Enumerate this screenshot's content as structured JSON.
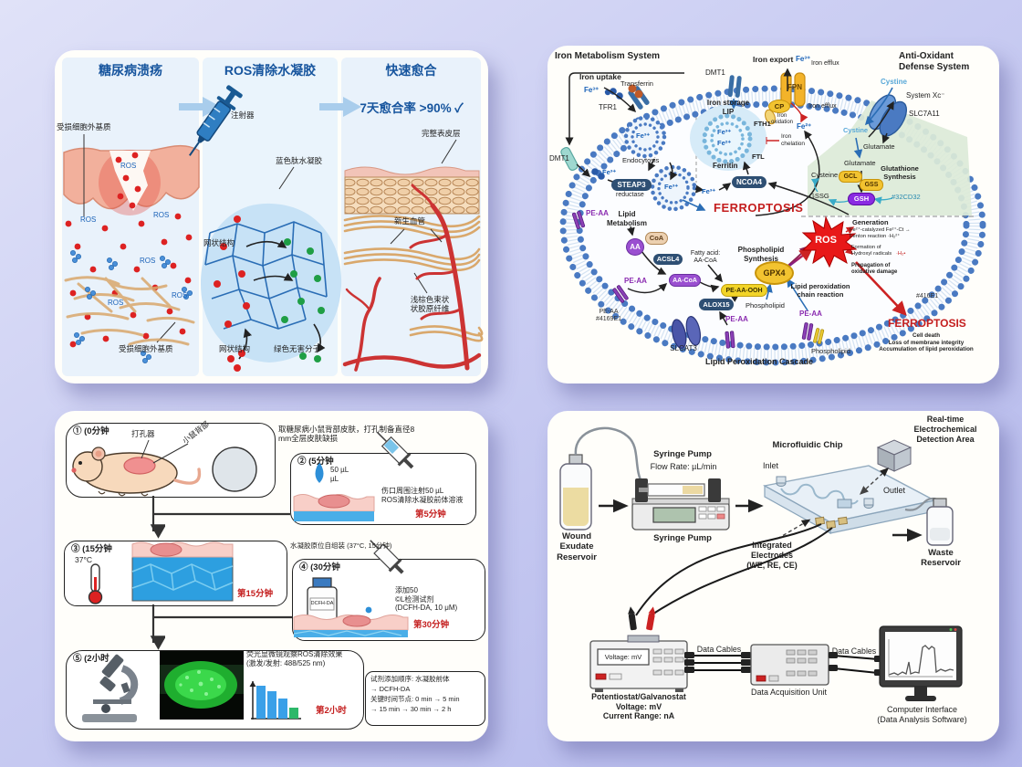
{
  "panel_a": {
    "headers": {
      "col1": "糖尿病溃疡",
      "col2": "ROS清除水凝胶",
      "col3": "快速愈合"
    },
    "col1": {
      "damaged_ecm_top": "受损细胞外基质",
      "ros": "ROS",
      "damaged_ecm_bottom": "受损细胞外基质"
    },
    "col2": {
      "syringe": "注射器",
      "hydrogel": "蓝色肽水凝胶",
      "network": "网状结构",
      "green_molecules": "绿色无害分子"
    },
    "col3": {
      "healing_rate": "7天愈合率 >90% ✓",
      "epidermis": "完整表皮层",
      "vessels": "新生血管",
      "collagen": "浅棕色束状\n状胶原纤维"
    }
  },
  "panel_b": {
    "title_left": "Iron Metabolism System",
    "title_right": "Anti-Oxidant\nDefense System",
    "iron_uptake": "Iron uptake",
    "transferrin": "Transferrin",
    "tfr1": "TFR1",
    "dmt1": "DMT1",
    "fe3": "Fe³⁺",
    "fe2": "Fe²⁺",
    "iron_export": "Iron export",
    "iron_efflux": "Iron efflux",
    "fpn": "FPN",
    "cp": "CP",
    "iron_oxidation": "Iron\noxidation",
    "cystine": "Cystine",
    "system_xc": "System Xc⁻",
    "slc7a11": "SLC7A11",
    "glutamate": "Glutamate",
    "iron_storage": "Iron storage\nLIP",
    "fth1": "FTH1",
    "ftl": "FTL",
    "ferritin": "Ferritin",
    "iron_chelation": "Iron\nchelation",
    "endocytosis": "Endocytosis",
    "steap3": "STEAP3",
    "reductase": "reductase",
    "ncoa4": "NCOA4",
    "ferroptosis": "FERROPTOSIS",
    "glutathione_synthesis": "Glutathione\nSynthesis",
    "cysteine": "Cysteine",
    "gcl": "GCL",
    "gss": "GSS",
    "gssg": "GSSG",
    "gsh": "GSH",
    "green_hex": "#32CD32",
    "pe_aa": "PE-AA",
    "pe_aa_hex": "PE-AA\n#4169E1",
    "lipid_metabolism": "Lipid\nMetabolism",
    "aa": "AA",
    "coa": "CoA",
    "acsl4": "ACSL4",
    "aa_coa": "AA-CoA",
    "fatty_acid": "Fatty acid:\nAA-CoA",
    "pe_aa_ooh": "PE-AA-OOH",
    "alox15": "ALOX15",
    "phospholipid_synthesis": "Phospholipid\nSynthesis",
    "gpx4": "GPX4",
    "phospholipid": "Phospholipid",
    "lipid_peroxidation": "Lipid peroxidation\nchain reaction",
    "ros": "ROS",
    "generation": "Generation",
    "gen_fenton": "Fe²⁺-catalyzed Fe²⁺-Ct →\nFenton reaction ·H₂²⁺",
    "gen_hydroxyl": "Formation of\nHydroxyl radicals",
    "gen_hydroxyl_rad": "·H₂•",
    "gen_propagation": "Propagation of\noxidative damage",
    "membrane_hex": "#416E1",
    "slcat3": "SLCAT3",
    "cascade": "Lipid Peroxidation Cascade",
    "ferroptosis_outcome": "Cell death\nLoss of membrane integrity\nAccumulation of lipid peroxidation"
  },
  "panel_c": {
    "step1": {
      "title": "① (0分钟",
      "punch": "打孔器",
      "site": "小鼠背部",
      "desc": "取糖尿病小鼠背部皮肤，打孔制备直径8\nmm全层皮肤缺损"
    },
    "step2": {
      "title": "② (5分钟",
      "volume": "50 µL\nµL",
      "desc": "伤口周围注射50 µL\nROS清除水凝胶前体溶液",
      "time": "第5分钟"
    },
    "step3": {
      "title": "③ (15分钟",
      "temp": "37°C",
      "desc": "水凝胶原位自组装 (37°C, 15分钟)",
      "time": "第15分钟"
    },
    "step4": {
      "title": "④ (30分钟",
      "reagent": "DCFH-DA",
      "desc": "添加50\n©L检测试剂\n(DCFH-DA, 10 μM)",
      "time": "第30分钟"
    },
    "step5": {
      "title": "⑤ (2小时",
      "desc": "荧光显微镜观察ROS清除效果\n(激发/发射: 488/525 nm)",
      "time": "第2小时"
    },
    "note": "试剂添加顺序: 水凝胶前体\n→ DCFH-DA\n关键时间节点: 0 min → 5 min\n→ 15 min → 30 min → 2 h"
  },
  "panel_d": {
    "wound_reservoir": "Wound\nExudate\nReservoir",
    "syringe_pump": "Syringe Pump",
    "flow_rate": "Flow Rate: µL/min",
    "microfluidic_chip": "Microfluidic Chip",
    "inlet": "Inlet",
    "outlet": "Outlet",
    "detection_area": "Real-time\nElectrochemical\nDetection Area",
    "electrodes": "Integrated\nElectrodes\n(WE, RE, CE)",
    "waste_reservoir": "Waste\nReservoir",
    "voltage_display": "Voltage: mV",
    "potentiostat": "Potentiostat/Galvanostat\nVoltage: mV\nCurrent Range: nA",
    "data_cables": "Data Cables",
    "daq": "Data Acquisition Unit",
    "computer": "Computer Interface\n(Data Analysis Software)"
  }
}
